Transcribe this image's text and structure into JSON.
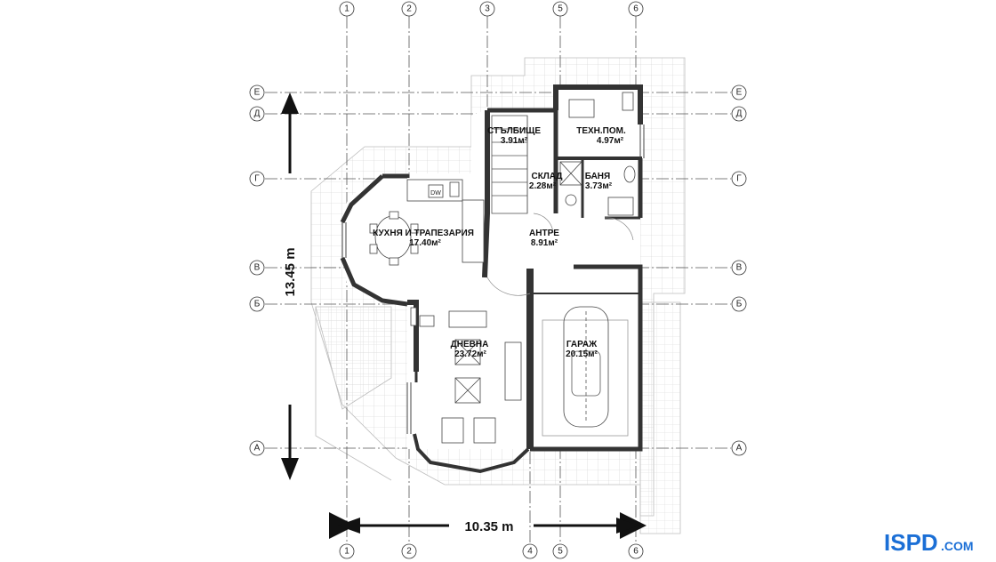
{
  "plan": {
    "dims": {
      "width": "10.35 m",
      "depth": "13.45 m"
    },
    "axes_vertical": [
      "1",
      "2",
      "3",
      "5",
      "6"
    ],
    "axes_vertical_bottom": [
      "1",
      "2",
      "4",
      "5",
      "6"
    ],
    "axes_horizontal": [
      "Е",
      "Д",
      "Г",
      "В",
      "Б",
      "А"
    ],
    "rooms": {
      "stairs": {
        "name": "СТЪЛБИЩЕ",
        "area": "3.91м²"
      },
      "tech": {
        "name": "ТЕХН.ПОМ.",
        "area": "4.97м²"
      },
      "storage": {
        "name": "СКЛАД",
        "area": "2.28м²"
      },
      "bath": {
        "name": "БАНЯ",
        "area": "3.73м²"
      },
      "kitchen": {
        "name": "КУХНЯ И ТРАПЕЗАРИЯ",
        "area": "17.40м²"
      },
      "hall": {
        "name": "АНТРЕ",
        "area": "8.91м²"
      },
      "living": {
        "name": "ДНЕВНА",
        "area": "23.72м²"
      },
      "garage": {
        "name": "ГАРАЖ",
        "area": "20.15м²"
      }
    },
    "appliance": "DW"
  },
  "logo": {
    "mark": "ISPD",
    "suffix": ".COM",
    "color": "#1b6fd6"
  }
}
